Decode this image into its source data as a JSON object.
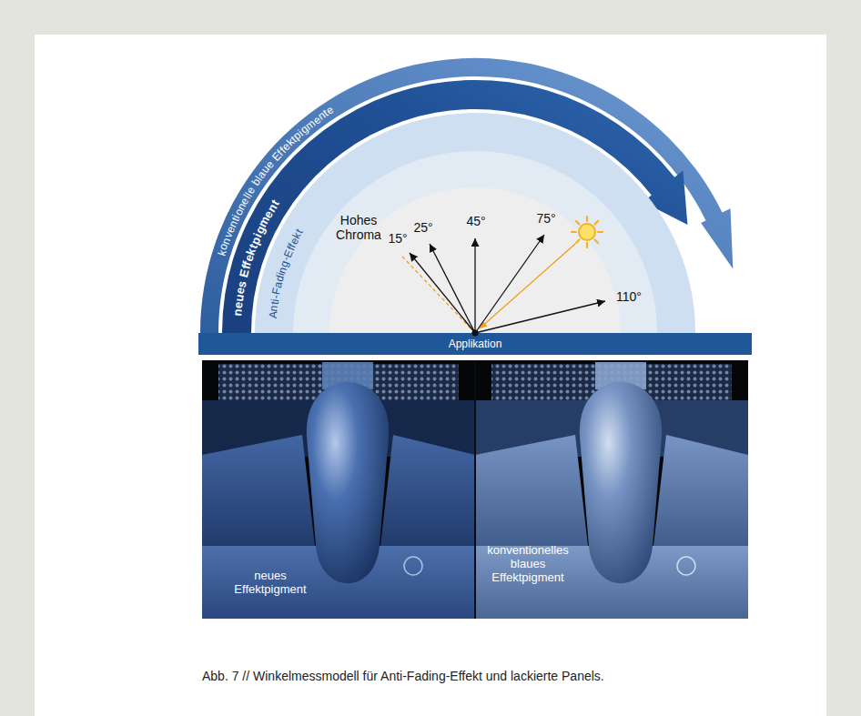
{
  "diagram": {
    "caption": "Abb. 7 // Winkelmessmodell für Anti-Fading-Effekt und lackierte Panels.",
    "nodes": [
      {
        "text": [
          "Applikation"
        ]
      }
    ],
    "labels": [
      "neues Effektpigment",
      "konventionelle blaue Effektpigmente",
      "Anti-Fading-Effekt",
      "Hohes Chroma",
      "15°",
      "25°",
      "45°",
      "75°",
      "110°",
      "neues Effektpigment",
      "konventionelles blaues Effektpigment"
    ]
  }
}
